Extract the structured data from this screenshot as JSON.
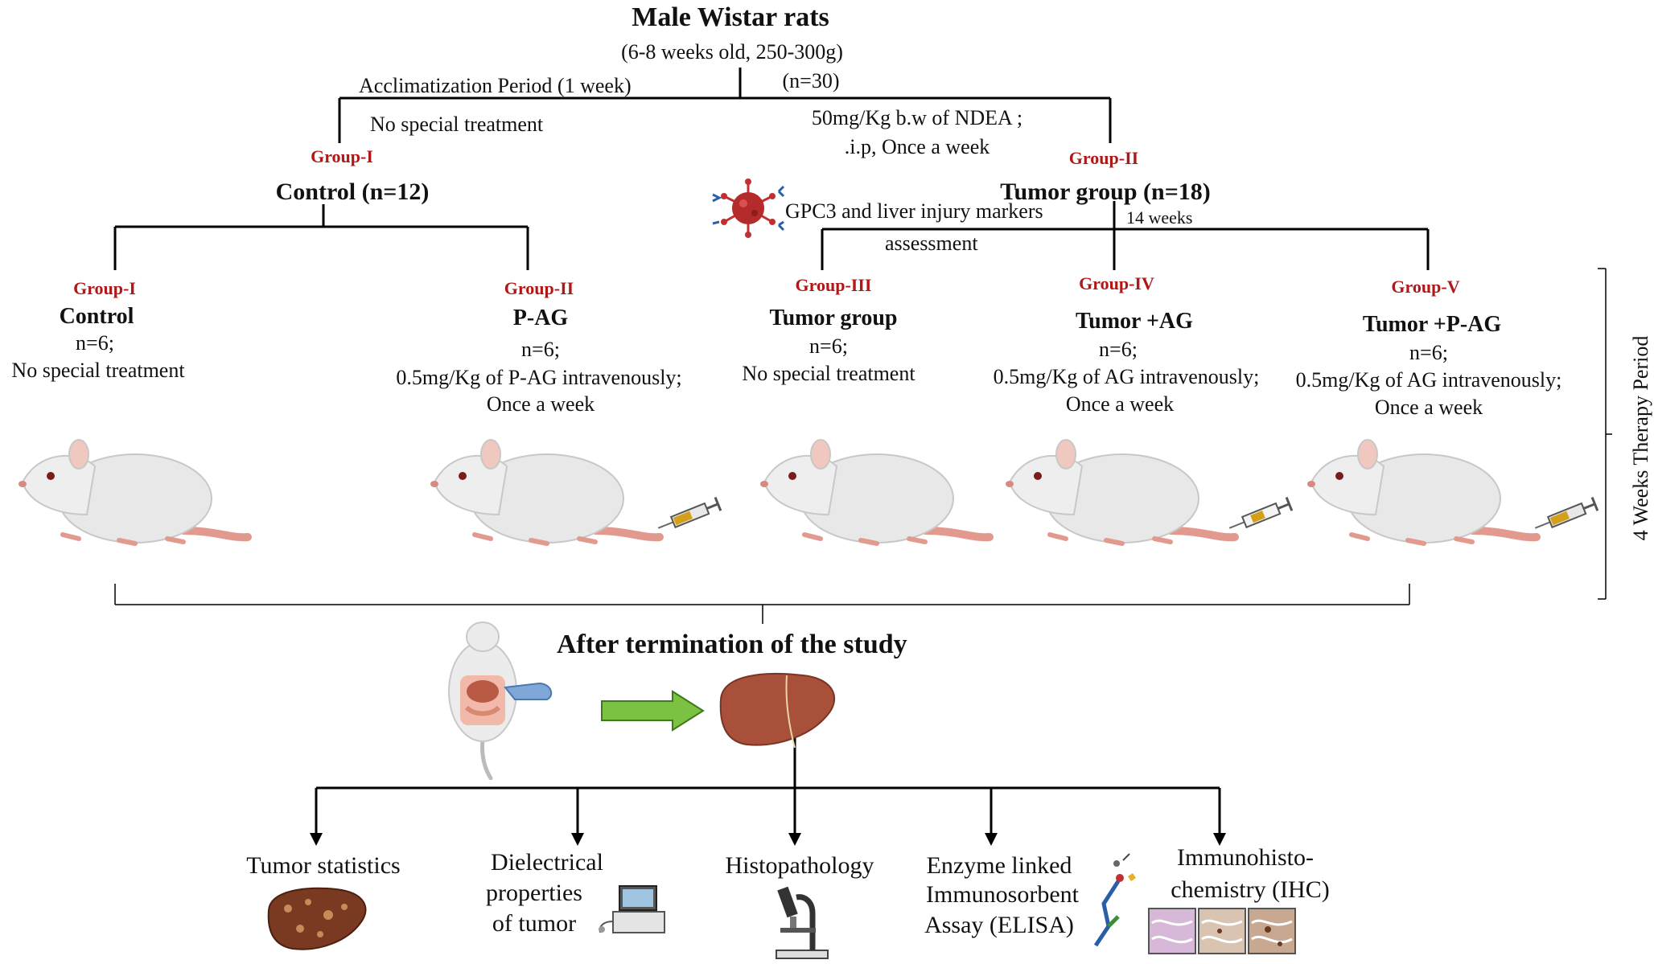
{
  "header": {
    "title": "Male Wistar rats",
    "age_weight": "(6-8 weeks old, 250-300g)",
    "n": "(n=30)",
    "acclimatization": "Acclimatization Period (1 week)"
  },
  "branch_left": {
    "treatment": "No special treatment",
    "group_tag": "Group-I",
    "name": "Control (n=12)"
  },
  "branch_right": {
    "treatment_line1": "50mg/Kg b.w of  NDEA ;",
    "treatment_line2": ".i.p, Once a week",
    "group_tag": "Group-II",
    "name": "Tumor group (n=18)",
    "marker_line1": "GPC3 and liver injury markers",
    "marker_line2": "assessment",
    "duration": "14 weeks"
  },
  "groups": [
    {
      "tag": "Group-I",
      "name": "Control",
      "lines": [
        "n=6;",
        "No special treatment"
      ]
    },
    {
      "tag": "Group-II",
      "name": "P-AG",
      "lines": [
        "n=6;",
        "0.5mg/Kg of P-AG intravenously;",
        "Once a  week"
      ]
    },
    {
      "tag": "Group-III",
      "name": "Tumor group",
      "lines": [
        "n=6;",
        "No special treatment"
      ]
    },
    {
      "tag": "Group-IV",
      "name": "Tumor +AG",
      "lines": [
        "n=6;",
        "0.5mg/Kg of AG intravenously;",
        "Once a  week"
      ]
    },
    {
      "tag": "Group-V",
      "name": "Tumor +P-AG",
      "lines": [
        "n=6;",
        "0.5mg/Kg of AG intravenously;",
        "Once a  week"
      ]
    }
  ],
  "therapy_period": "4 Weeks Therapy Period",
  "termination": "After termination of the study",
  "outcomes": {
    "tumor_stats": "Tumor statistics",
    "dielectric": [
      "Dielectrical",
      "properties",
      "of tumor"
    ],
    "histopathology": "Histopathology",
    "elisa": [
      "Enzyme linked",
      "Immunosorbent",
      "Assay (ELISA)"
    ],
    "ihc": [
      "Immunohisto-",
      "chemistry (IHC)"
    ]
  },
  "colors": {
    "group_label": "#b01818",
    "rat_body": "#e8e8e8",
    "rat_tail": "#e29a8f",
    "arrow_green": "#7cc242",
    "liver": "#a8503a"
  }
}
